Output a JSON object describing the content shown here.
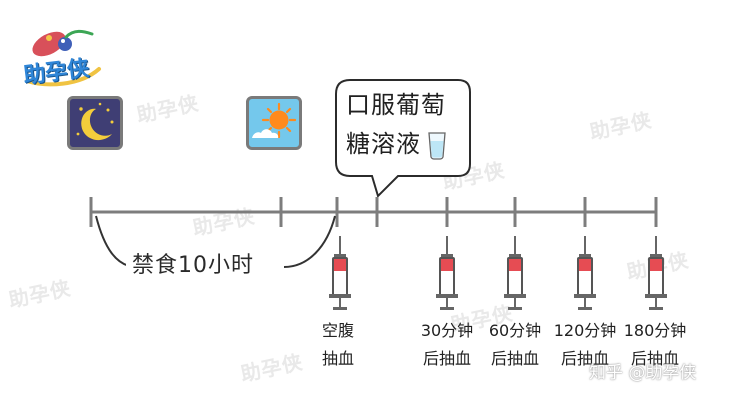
{
  "brand": {
    "logo_text": "助孕侠",
    "watermark_text": "助孕侠",
    "credit": "知乎 @助孕侠"
  },
  "icons": {
    "night": "moon-and-stars-icon",
    "day": "sun-and-cloud-icon",
    "drink": "glass-of-water-icon",
    "needle": "syringe-icon"
  },
  "speech_bubble": {
    "line1": "口服葡萄",
    "line2": "糖溶液"
  },
  "fasting": {
    "label": "禁食10小时"
  },
  "blood_draws": [
    {
      "line1": "空腹",
      "line2": "抽血"
    },
    {
      "line1": "30分钟",
      "line2": "后抽血"
    },
    {
      "line1": "60分钟",
      "line2": "后抽血"
    },
    {
      "line1": "120分钟",
      "line2": "后抽血"
    },
    {
      "line1": "180分钟",
      "line2": "后抽血"
    }
  ],
  "colors": {
    "timeline": "#7d7d7d",
    "blood": "#e64c53",
    "night_sky": "#3f3e74",
    "moon": "#f4cd3b",
    "day_sky": "#74c8ec",
    "sun": "#ff8a1c",
    "logo": "#2f86d8"
  }
}
